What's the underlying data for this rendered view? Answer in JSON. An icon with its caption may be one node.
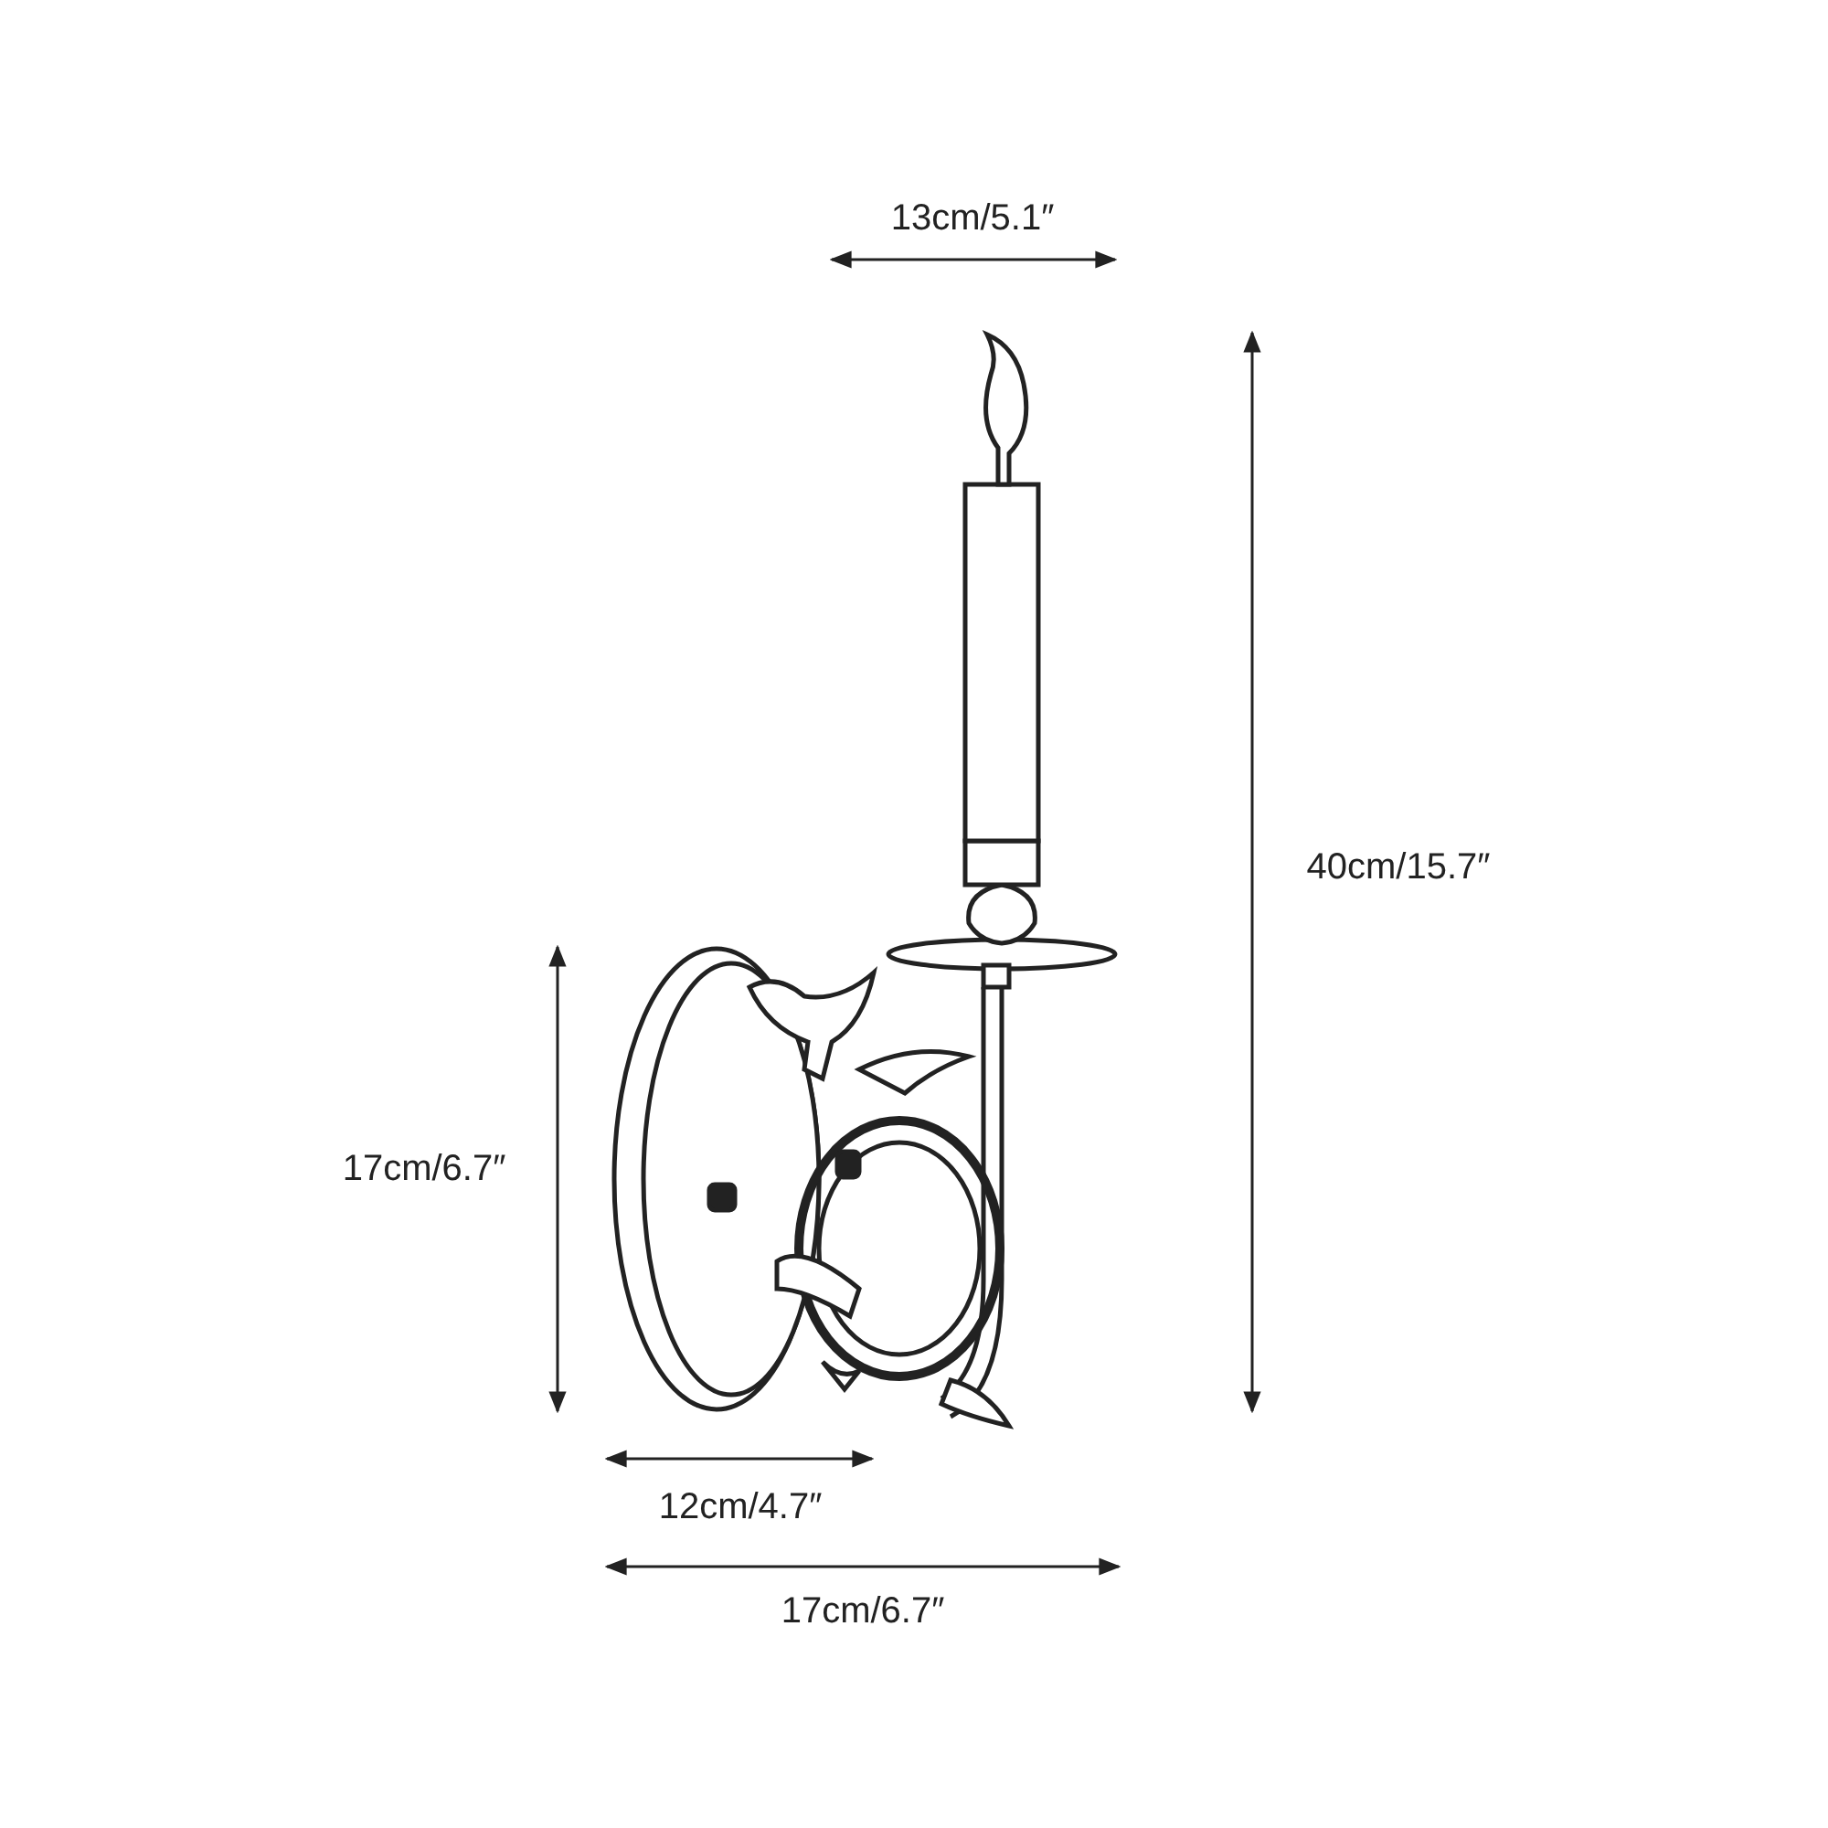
{
  "diagram": {
    "labels": [
      "13cm/5.1″",
      "40cm/15.7″",
      "17cm/6.7″",
      "12cm/4.7″",
      "17cm/6.7″"
    ]
  }
}
